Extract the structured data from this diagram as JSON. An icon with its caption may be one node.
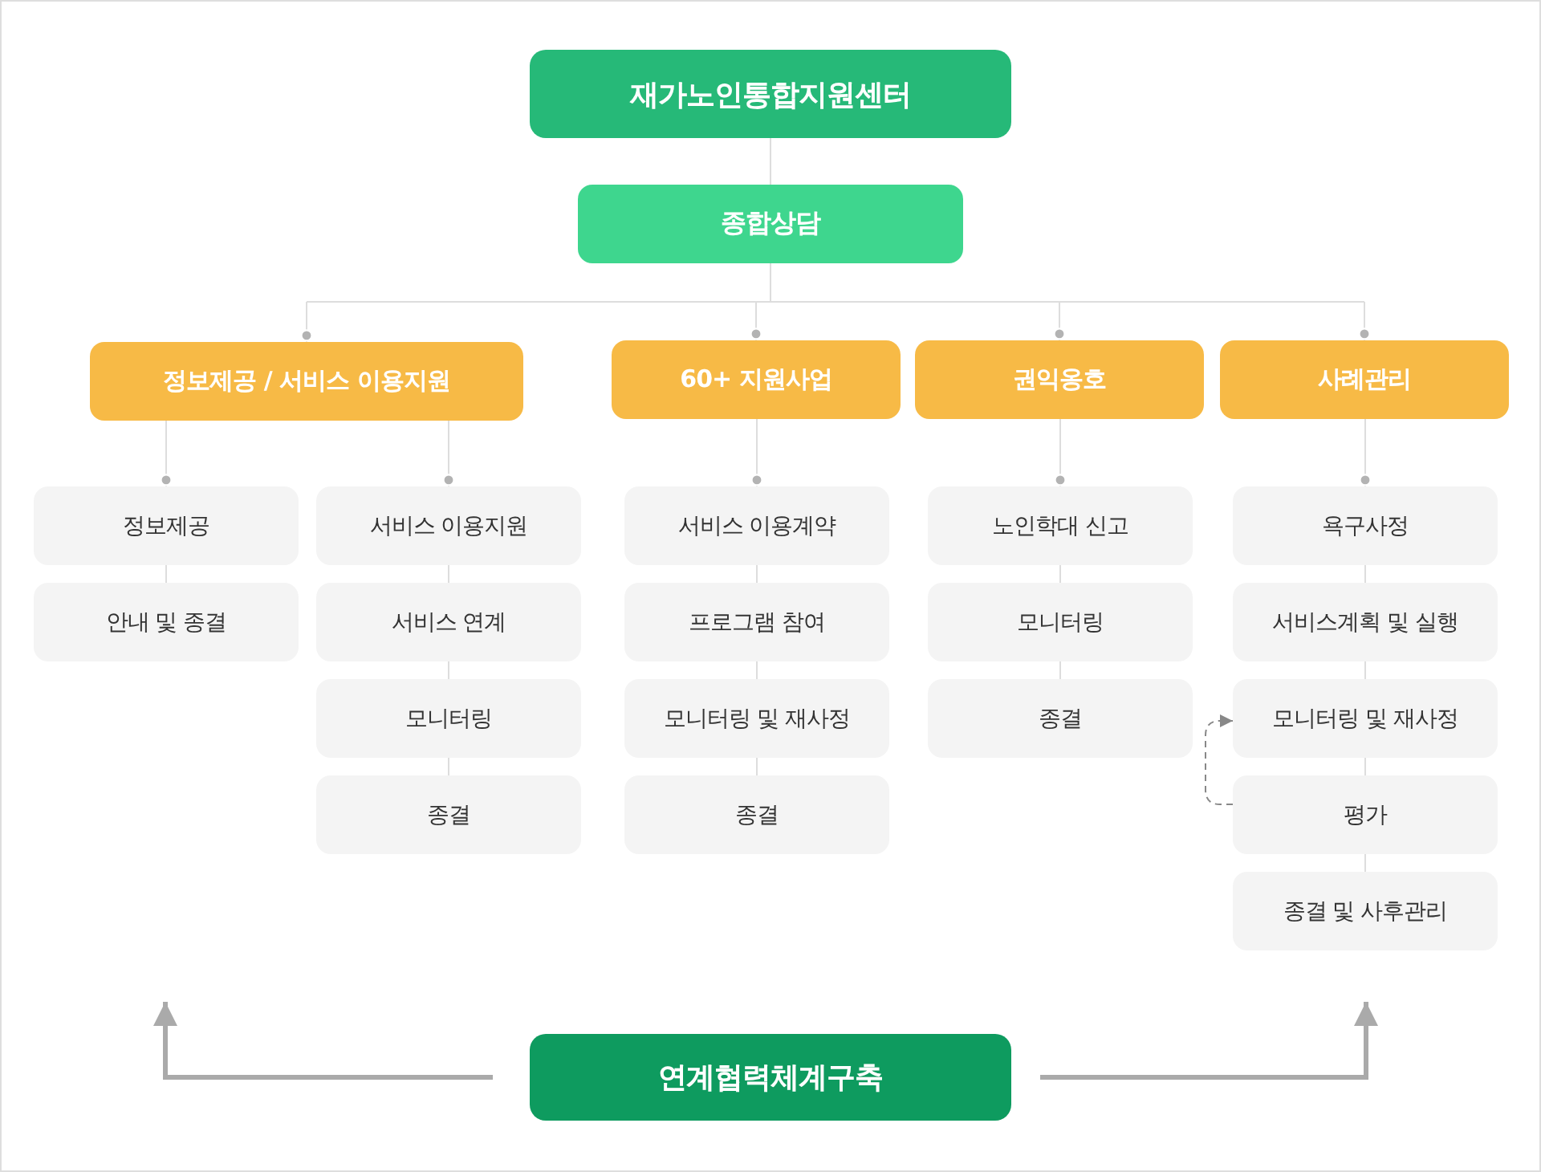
{
  "diagram": {
    "nodes": [
      {
        "text": [
          "재가노인통합지원센터"
        ]
      },
      {
        "text": [
          "종합상담"
        ]
      },
      {
        "text": [
          "정보제공 / 서비스 이용지원"
        ]
      },
      {
        "text": [
          "60+ 지원사업"
        ]
      },
      {
        "text": [
          "권익옹호"
        ]
      },
      {
        "text": [
          "사례관리"
        ]
      },
      {
        "text": [
          "정보제공"
        ]
      },
      {
        "text": [
          "안내 및 종결"
        ]
      },
      {
        "text": [
          "서비스 이용지원"
        ]
      },
      {
        "text": [
          "서비스 연계"
        ]
      },
      {
        "text": [
          "모니터링"
        ]
      },
      {
        "text": [
          "종결"
        ]
      },
      {
        "text": [
          "서비스 이용계약"
        ]
      },
      {
        "text": [
          "프로그램 참여"
        ]
      },
      {
        "text": [
          "모니터링 및 재사정"
        ]
      },
      {
        "text": [
          "종결"
        ]
      },
      {
        "text": [
          "노인학대 신고"
        ]
      },
      {
        "text": [
          "모니터링"
        ]
      },
      {
        "text": [
          "종결"
        ]
      },
      {
        "text": [
          "욕구사정"
        ]
      },
      {
        "text": [
          "서비스계획 및 실행"
        ]
      },
      {
        "text": [
          "모니터링 및 재사정"
        ]
      },
      {
        "text": [
          "평가"
        ]
      },
      {
        "text": [
          "종결 및 사후관리"
        ]
      },
      {
        "text": [
          "연계협력체계구축"
        ]
      }
    ],
    "edges": [
      {
        "from": 0,
        "to": 1,
        "arrow": "none"
      },
      {
        "from": 1,
        "to": 2,
        "arrow": "other"
      },
      {
        "from": 1,
        "to": 3,
        "arrow": "other"
      },
      {
        "from": 1,
        "to": 4,
        "arrow": "other"
      },
      {
        "from": 1,
        "to": 5,
        "arrow": "other"
      },
      {
        "from": 2,
        "to": 6,
        "arrow": "other"
      },
      {
        "from": 6,
        "to": 7,
        "arrow": "none"
      },
      {
        "from": 2,
        "to": 8,
        "arrow": "other"
      },
      {
        "from": 8,
        "to": 9,
        "arrow": "none"
      },
      {
        "from": 9,
        "to": 10,
        "arrow": "none"
      },
      {
        "from": 10,
        "to": 11,
        "arrow": "none"
      },
      {
        "from": 3,
        "to": 12,
        "arrow": "other"
      },
      {
        "from": 12,
        "to": 13,
        "arrow": "none"
      },
      {
        "from": 13,
        "to": 14,
        "arrow": "none"
      },
      {
        "from": 14,
        "to": 15,
        "arrow": "none"
      },
      {
        "from": 4,
        "to": 16,
        "arrow": "other"
      },
      {
        "from": 16,
        "to": 17,
        "arrow": "none"
      },
      {
        "from": 17,
        "to": 18,
        "arrow": "none"
      },
      {
        "from": 5,
        "to": 19,
        "arrow": "other"
      },
      {
        "from": 19,
        "to": 20,
        "arrow": "none"
      },
      {
        "from": 20,
        "to": 21,
        "arrow": "none"
      },
      {
        "from": 21,
        "to": 22,
        "arrow": "none"
      },
      {
        "from": 22,
        "to": 23,
        "arrow": "none"
      },
      {
        "from": 22,
        "to": 21,
        "arrow": "to",
        "style": "dashed",
        "color": "#888888"
      },
      {
        "from": 24,
        "to": null,
        "arrow": "to",
        "style": "thick",
        "color": "#aaaaaa"
      },
      {
        "from": 24,
        "to": null,
        "arrow": "to",
        "style": "thick",
        "color": "#aaaaaa"
      }
    ]
  }
}
